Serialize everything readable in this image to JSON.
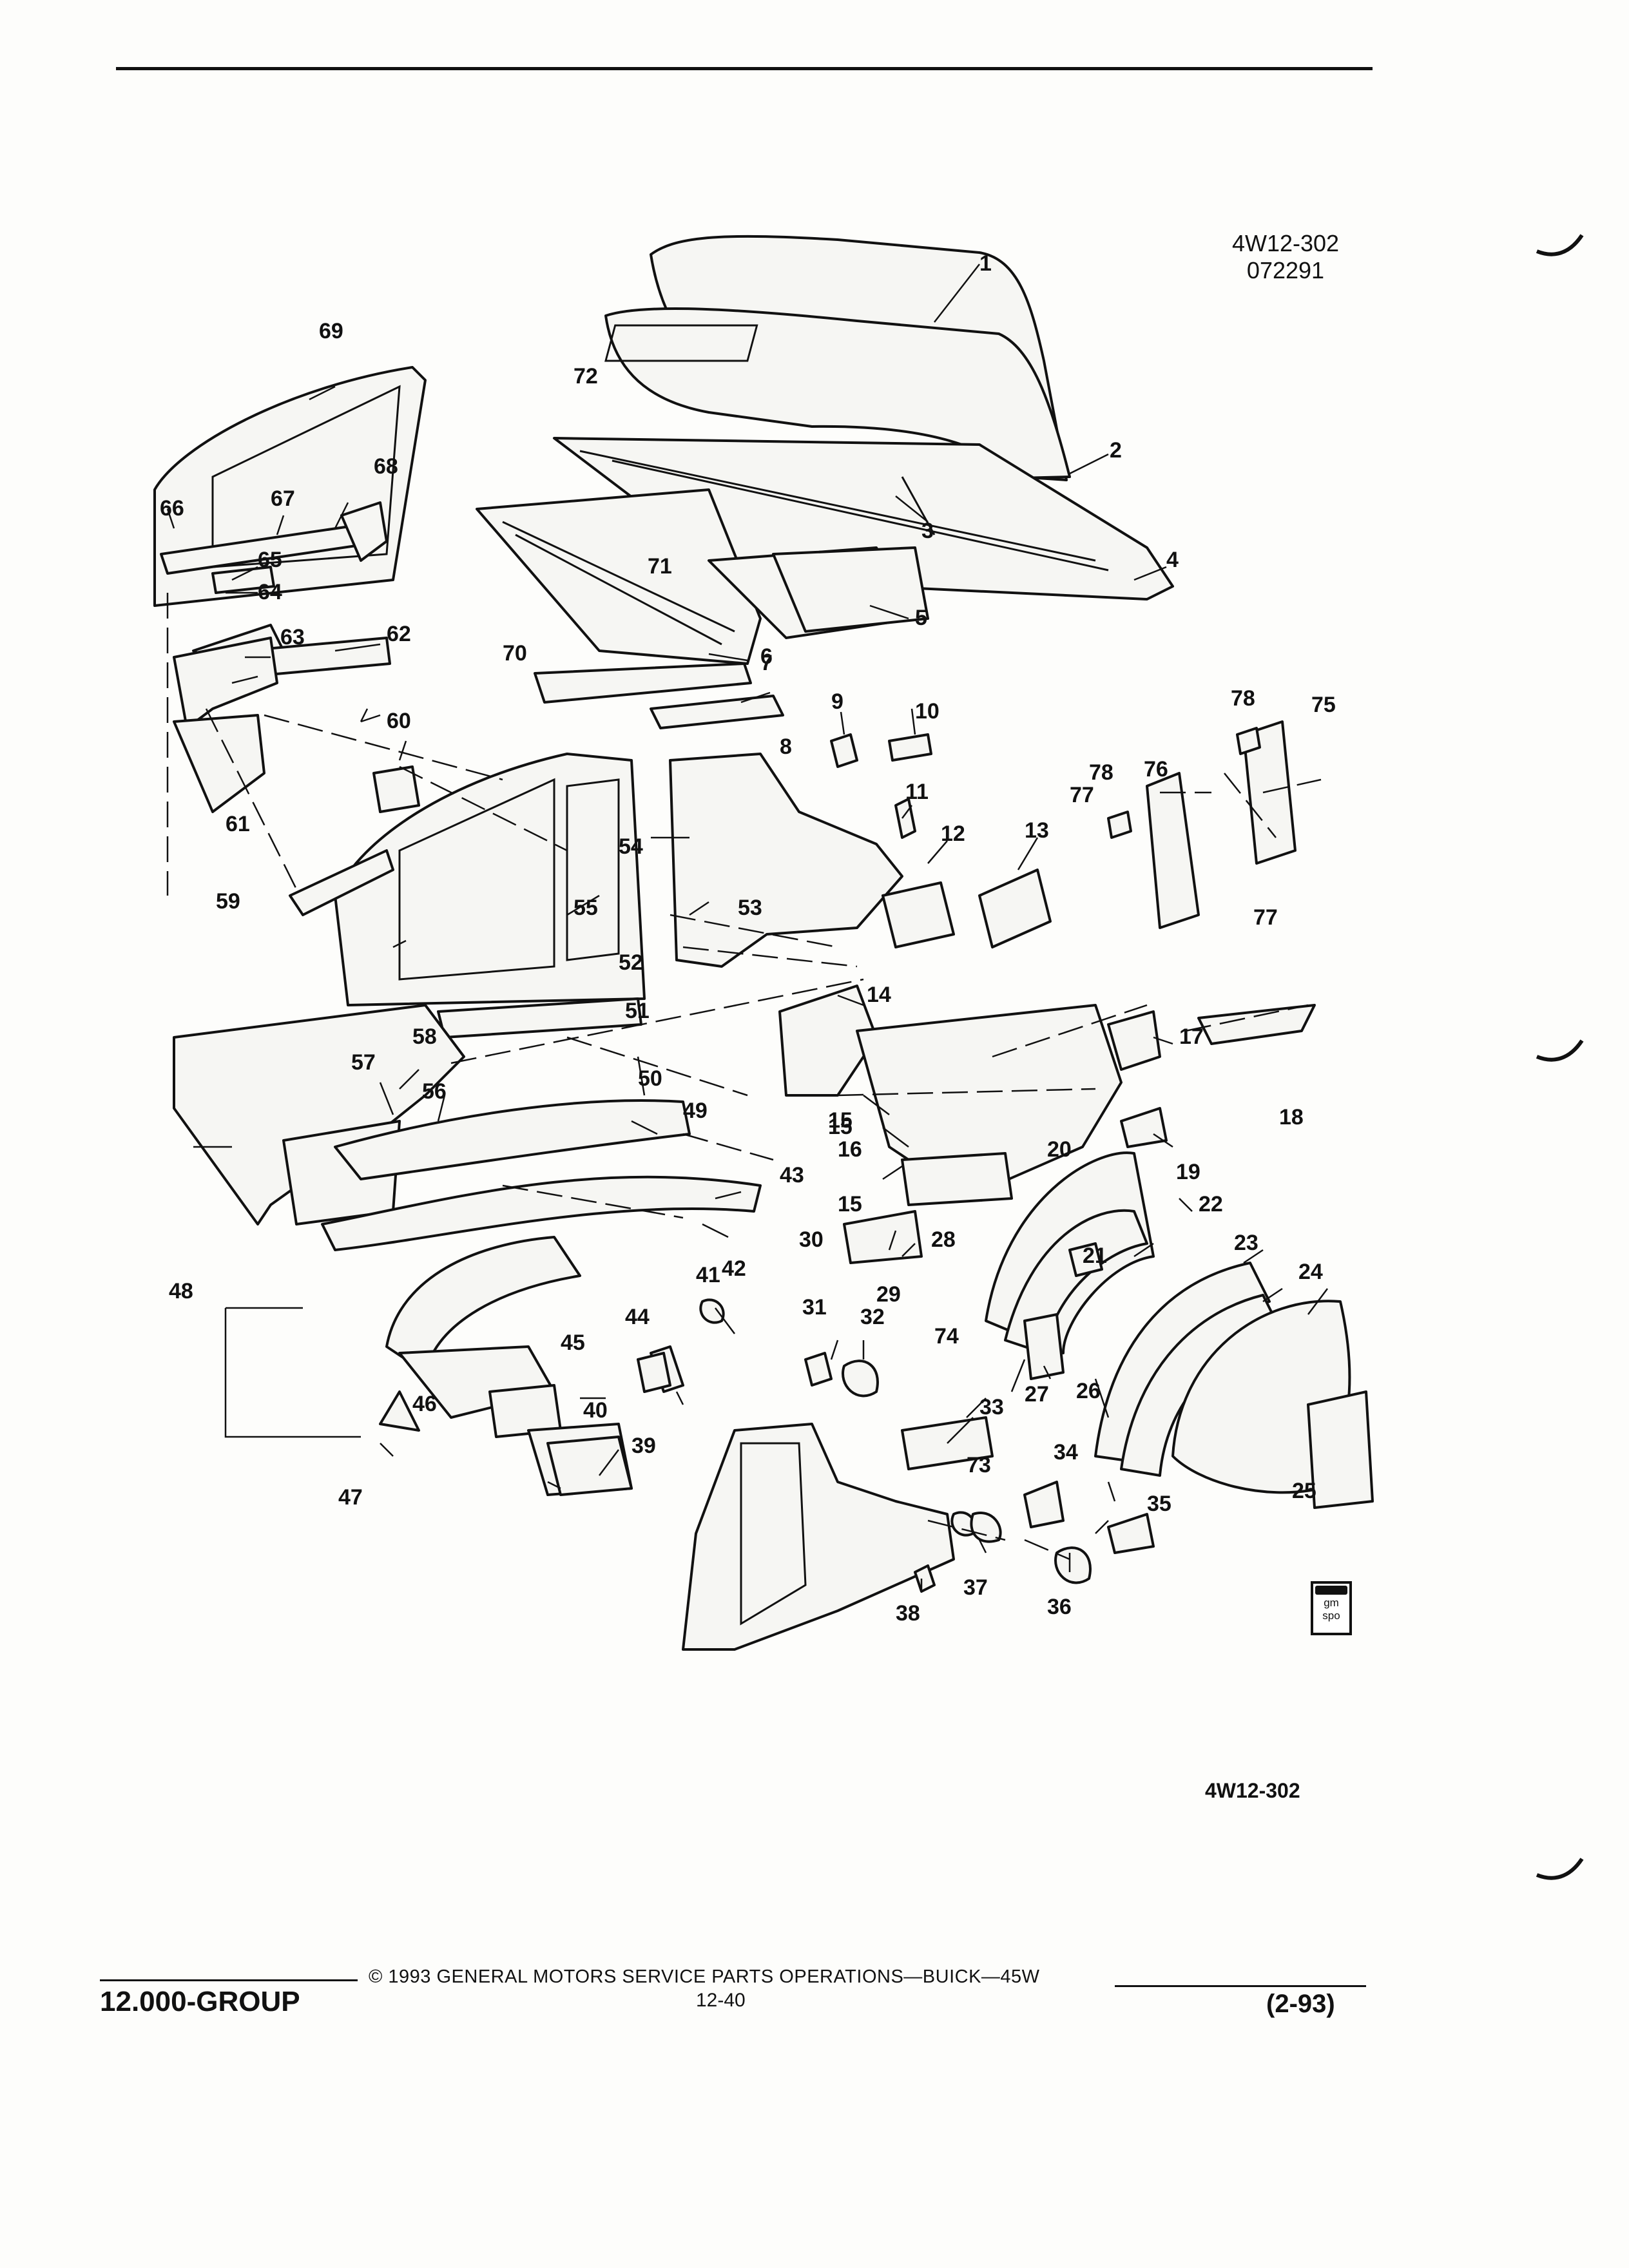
{
  "header": {
    "drawing_code": "4W12-302",
    "drawing_date": "072291"
  },
  "diagram": {
    "footer_code": "4W12-302",
    "labels": [
      "1",
      "2",
      "3",
      "4",
      "5",
      "6",
      "7",
      "8",
      "9",
      "10",
      "11",
      "12",
      "13",
      "14",
      "15",
      "15",
      "15",
      "16",
      "17",
      "18",
      "19",
      "20",
      "21",
      "22",
      "23",
      "24",
      "25",
      "26",
      "27",
      "28",
      "29",
      "30",
      "31",
      "32",
      "33",
      "34",
      "35",
      "36",
      "37",
      "38",
      "39",
      "40",
      "41",
      "42",
      "43",
      "44",
      "45",
      "46",
      "47",
      "48",
      "49",
      "50",
      "51",
      "52",
      "53",
      "54",
      "55",
      "56",
      "57",
      "58",
      "59",
      "60",
      "61",
      "62",
      "63",
      "64",
      "65",
      "66",
      "67",
      "68",
      "69",
      "70",
      "71",
      "72",
      "73",
      "74",
      "75",
      "76",
      "77",
      "77",
      "78",
      "78"
    ]
  },
  "logo": {
    "text_top": "gm",
    "text_bottom": "spo"
  },
  "footer": {
    "group": "12.000-GROUP",
    "copyright": "© 1993 GENERAL MOTORS SERVICE PARTS OPERATIONS—BUICK—45W",
    "page": "12-40",
    "revision": "(2-93)"
  }
}
